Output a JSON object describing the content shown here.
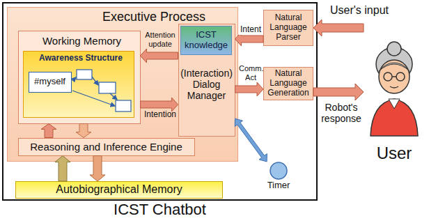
{
  "diagram": {
    "nodes": [
      {
        "text": [
          "ICST Chatbot"
        ]
      },
      {
        "text": [
          "Executive Process"
        ],
        "in": 0
      },
      {
        "text": [
          "Working Memory"
        ],
        "in": 1
      },
      {
        "text": [
          "Awareness Structure"
        ],
        "in": 2
      },
      {
        "text": [
          "#myself"
        ],
        "in": 3
      },
      {
        "text": [
          "(Interaction) Dialog Manager"
        ],
        "in": 1
      },
      {
        "text": [
          "ICST knowledge"
        ],
        "in": 5
      },
      {
        "text": [
          "Reasoning and Inference Engine"
        ],
        "in": 1
      },
      {
        "text": [
          "Autobiographical Memory"
        ],
        "in": 0
      },
      {
        "text": [
          "Timer"
        ],
        "in": 0
      },
      {
        "text": [
          "Natural Language Parser"
        ],
        "in": 0
      },
      {
        "text": [
          "Natural Language Generation"
        ],
        "in": 0
      },
      {
        "text": [
          "User"
        ]
      }
    ],
    "edges": [
      {
        "from": 10,
        "to": 5,
        "arrow": "to",
        "label": "Intent"
      },
      {
        "from": 5,
        "to": 2,
        "arrow": "to",
        "label": "Attention update"
      },
      {
        "from": 2,
        "to": 5,
        "arrow": "to",
        "label": "Intention"
      },
      {
        "from": 5,
        "to": 11,
        "arrow": "to",
        "label": "Comm. Act"
      },
      {
        "from": 9,
        "to": 5,
        "arrow": "both"
      },
      {
        "from": 7,
        "to": 2,
        "arrow": "to"
      },
      {
        "from": 2,
        "to": 7,
        "arrow": "to"
      },
      {
        "from": 8,
        "to": 7,
        "arrow": "to"
      },
      {
        "from": 7,
        "to": 8,
        "arrow": "to"
      },
      {
        "from": 12,
        "to": 10,
        "arrow": "to",
        "label": "User's input"
      },
      {
        "from": 11,
        "to": 12,
        "arrow": "to",
        "label": "Robot's response"
      }
    ]
  }
}
